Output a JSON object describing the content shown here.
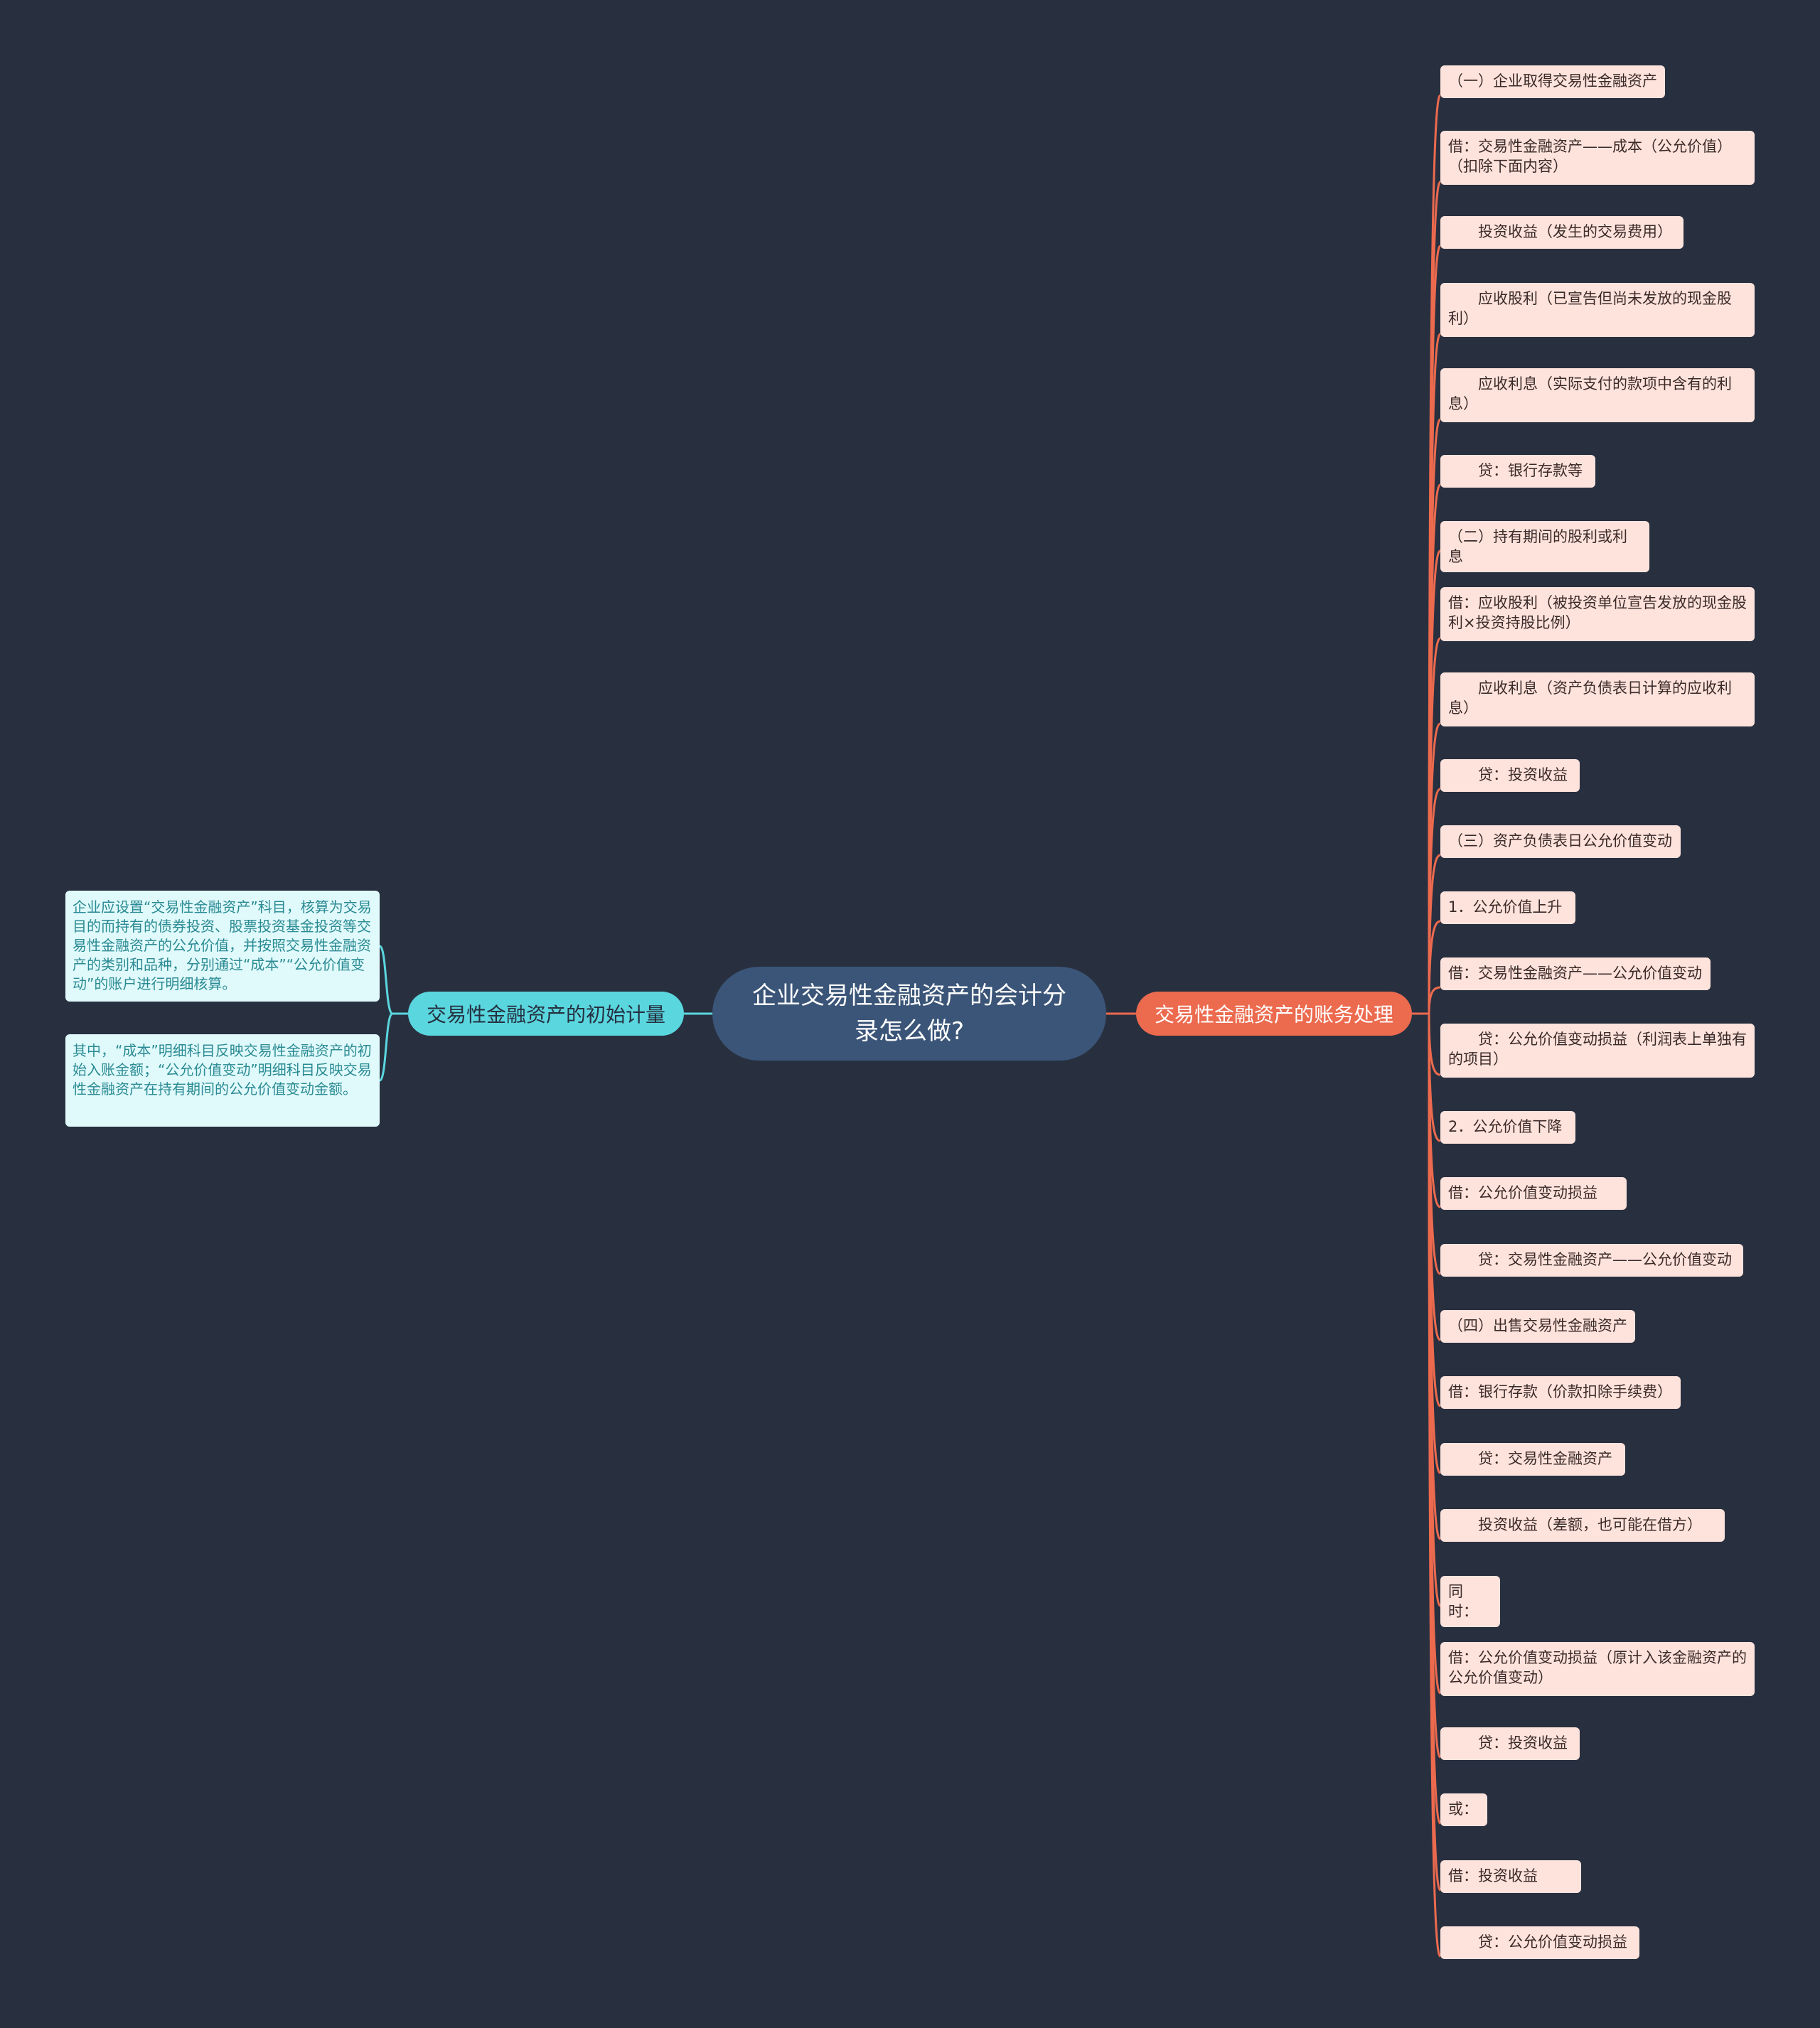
{
  "mindmap": {
    "central": "企业交易性金融资产的会计分录怎么做?",
    "left_branch": {
      "label": "交易性金融资产的初始计量",
      "leaves": [
        "企业应设置“交易性金融资产”科目，核算为交易目的而持有的债券投资、股票投资基金投资等交易性金融资产的公允价值，并按照交易性金融资产的类别和品种，分别通过“成本”“公允价值变动”的账户进行明细核算。",
        "其中，“成本”明细科目反映交易性金融资产的初始入账金额；“公允价值变动”明细科目反映交易性金融资产在持有期间的公允价值变动金额。"
      ]
    },
    "right_branch": {
      "label": "交易性金融资产的账务处理",
      "leaves": [
        "（一）企业取得交易性金融资产",
        "借：交易性金融资产——成本（公允价值）（扣除下面内容）",
        "　　投资收益（发生的交易费用）",
        "　　应收股利（已宣告但尚未发放的现金股利）",
        "　　应收利息（实际支付的款项中含有的利息）",
        "　　贷：银行存款等",
        "（二）持有期间的股利或利息",
        "借：应收股利（被投资单位宣告发放的现金股利×投资持股比例）",
        "　　应收利息（资产负债表日计算的应收利息）",
        "　　贷：投资收益",
        "（三）资产负债表日公允价值变动",
        "1．公允价值上升",
        "借：交易性金融资产——公允价值变动",
        "　　贷：公允价值变动损益（利润表上单独有的项目）",
        "2．公允价值下降",
        "借：公允价值变动损益",
        "　　贷：交易性金融资产——公允价值变动",
        "（四）出售交易性金融资产",
        "借：银行存款（价款扣除手续费）",
        "　　贷：交易性金融资产",
        "　　投资收益（差额，也可能在借方）",
        "同时：",
        "借：公允价值变动损益（原计入该金融资产的公允价值变动）",
        "　　贷：投资收益",
        "或：",
        "借：投资收益",
        "　　贷：公允价值变动损益"
      ]
    },
    "colors": {
      "background": "#283040",
      "central": "#3b5578",
      "left_branch": "#5ad6de",
      "right_branch": "#ec6a4e",
      "left_leaf": "#e0fafb",
      "right_leaf": "#fde3dc",
      "right_line": "#ec6a4e",
      "left_line": "#5ad6de"
    }
  }
}
